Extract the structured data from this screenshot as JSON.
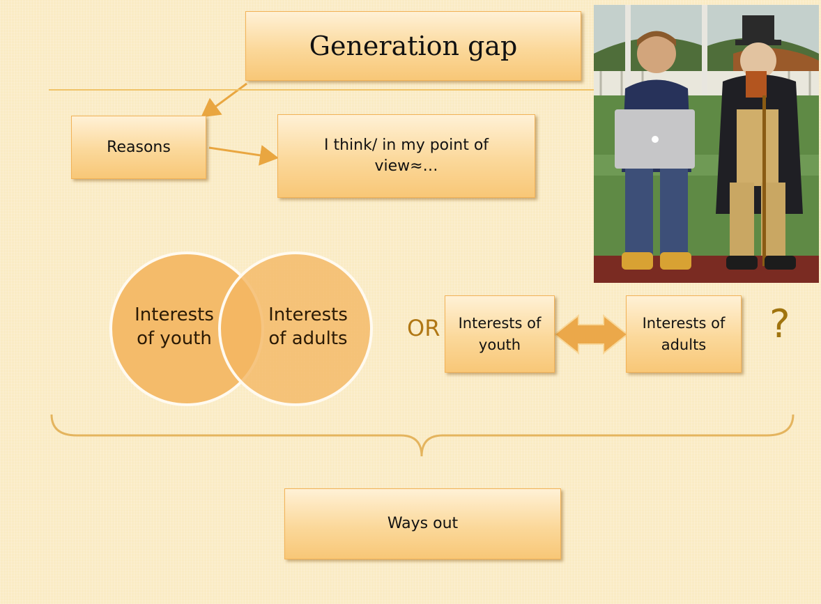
{
  "title": "Generation gap",
  "reasons_label": "Reasons",
  "opinion_label": "I think/ in my point of view≈…",
  "venn": {
    "left_label": "Interests of youth",
    "right_label": "Interests of adults"
  },
  "or_label": "OR",
  "compare": {
    "left_label": "Interests of youth",
    "right_label": "Interests of adults"
  },
  "question_mark": "?",
  "ways_out_label": "Ways out",
  "colors": {
    "background": "#faebc4",
    "box_fill": "#fbd89a",
    "box_border": "#f2b257",
    "accent": "#e9a640"
  },
  "photo": {
    "description_icon": "painting-boy-laptop-and-old-man-reading"
  }
}
